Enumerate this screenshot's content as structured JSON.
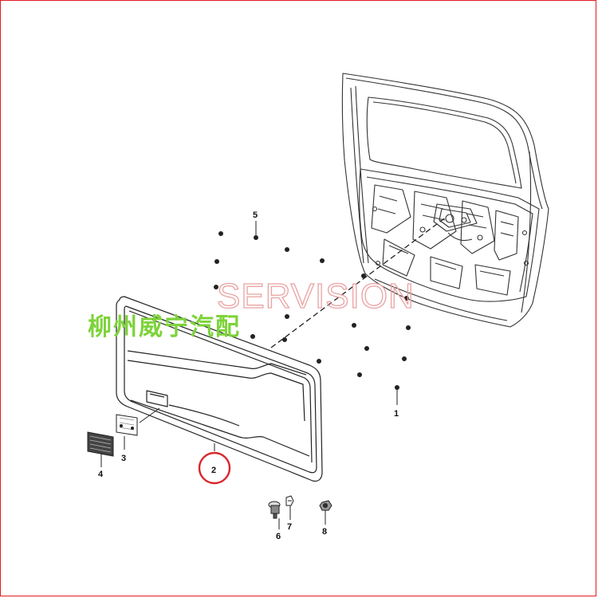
{
  "diagram": {
    "callouts": [
      "1",
      "2",
      "3",
      "4",
      "5",
      "6",
      "7",
      "8"
    ],
    "highlighted_callout": "2",
    "watermark_en": "SERVISION",
    "watermark_cn": "柳州威宁汽配",
    "colors": {
      "frame": "#e11b22",
      "highlight_ring": "#d9262c",
      "watermark_en": "#e9a3a3",
      "watermark_cn": "#7dd33a",
      "line": "#222222"
    }
  }
}
